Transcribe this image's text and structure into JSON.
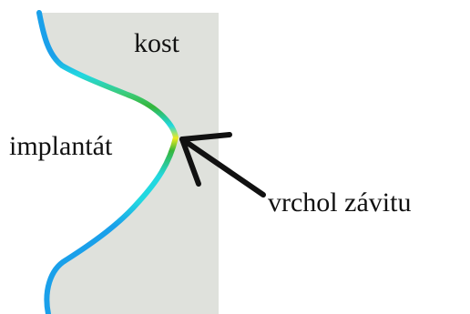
{
  "labels": {
    "bone": "kost",
    "implant": "implantát",
    "thread_tip": "vrchol závitu"
  },
  "colors": {
    "bone_fill": "#dfe1dc",
    "page_background": "#ffffff",
    "arrow": "#111111",
    "contour_low": "#1aa0ea",
    "contour_mid": "#22d8e0",
    "contour_elevated": "#3ccb77",
    "contour_high": "#35b53a",
    "contour_peak": "#f0ea20"
  }
}
